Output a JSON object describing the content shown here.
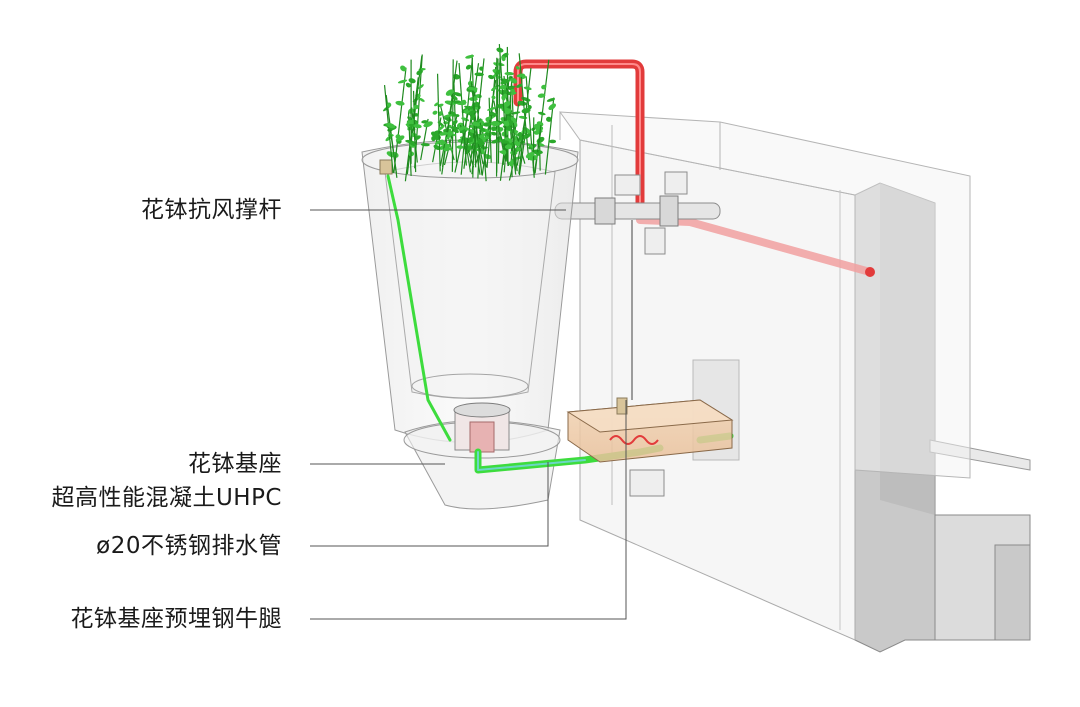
{
  "labels": {
    "support_rod": "花钵抗风撑杆",
    "base_line1": "花钵基座",
    "base_line2": "超高性能混凝土UHPC",
    "drain_pipe": "ø20不锈钢排水管",
    "corbel": "花钵基座预埋钢牛腿"
  },
  "colors": {
    "red_pipe": "#e23b3b",
    "green_pipe": "#3ddc3d",
    "plant": "#2aa82a",
    "wall_gray": "#c9c9c9",
    "leader_line": "#555555"
  }
}
